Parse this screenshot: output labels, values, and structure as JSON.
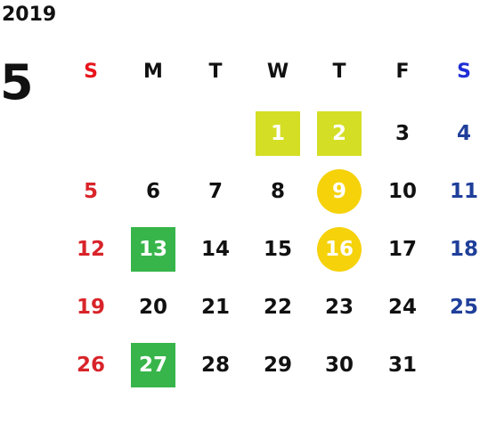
{
  "calendar": {
    "year": "2019",
    "month": "5",
    "weekdays": [
      {
        "label": "S",
        "color": "#e8141c"
      },
      {
        "label": "M",
        "color": "#111111"
      },
      {
        "label": "T",
        "color": "#111111"
      },
      {
        "label": "W",
        "color": "#111111"
      },
      {
        "label": "T",
        "color": "#111111"
      },
      {
        "label": "F",
        "color": "#111111"
      },
      {
        "label": "S",
        "color": "#1f2fd6"
      }
    ],
    "first_weekday_index": 3,
    "days_in_month": 31,
    "colors": {
      "sunday_date": "#d8242a",
      "saturday_date": "#1f3f9a",
      "weekday_date": "#111111",
      "highlight_text": "#ffffff"
    },
    "highlights": [
      {
        "day": "1",
        "shape": "square",
        "color": "#d4de24"
      },
      {
        "day": "2",
        "shape": "square",
        "color": "#d4de24"
      },
      {
        "day": "9",
        "shape": "circle",
        "color": "#f5d20a"
      },
      {
        "day": "13",
        "shape": "square",
        "color": "#37b54a"
      },
      {
        "day": "16",
        "shape": "circle",
        "color": "#f5d20a"
      },
      {
        "day": "27",
        "shape": "square",
        "color": "#37b54a"
      }
    ]
  }
}
